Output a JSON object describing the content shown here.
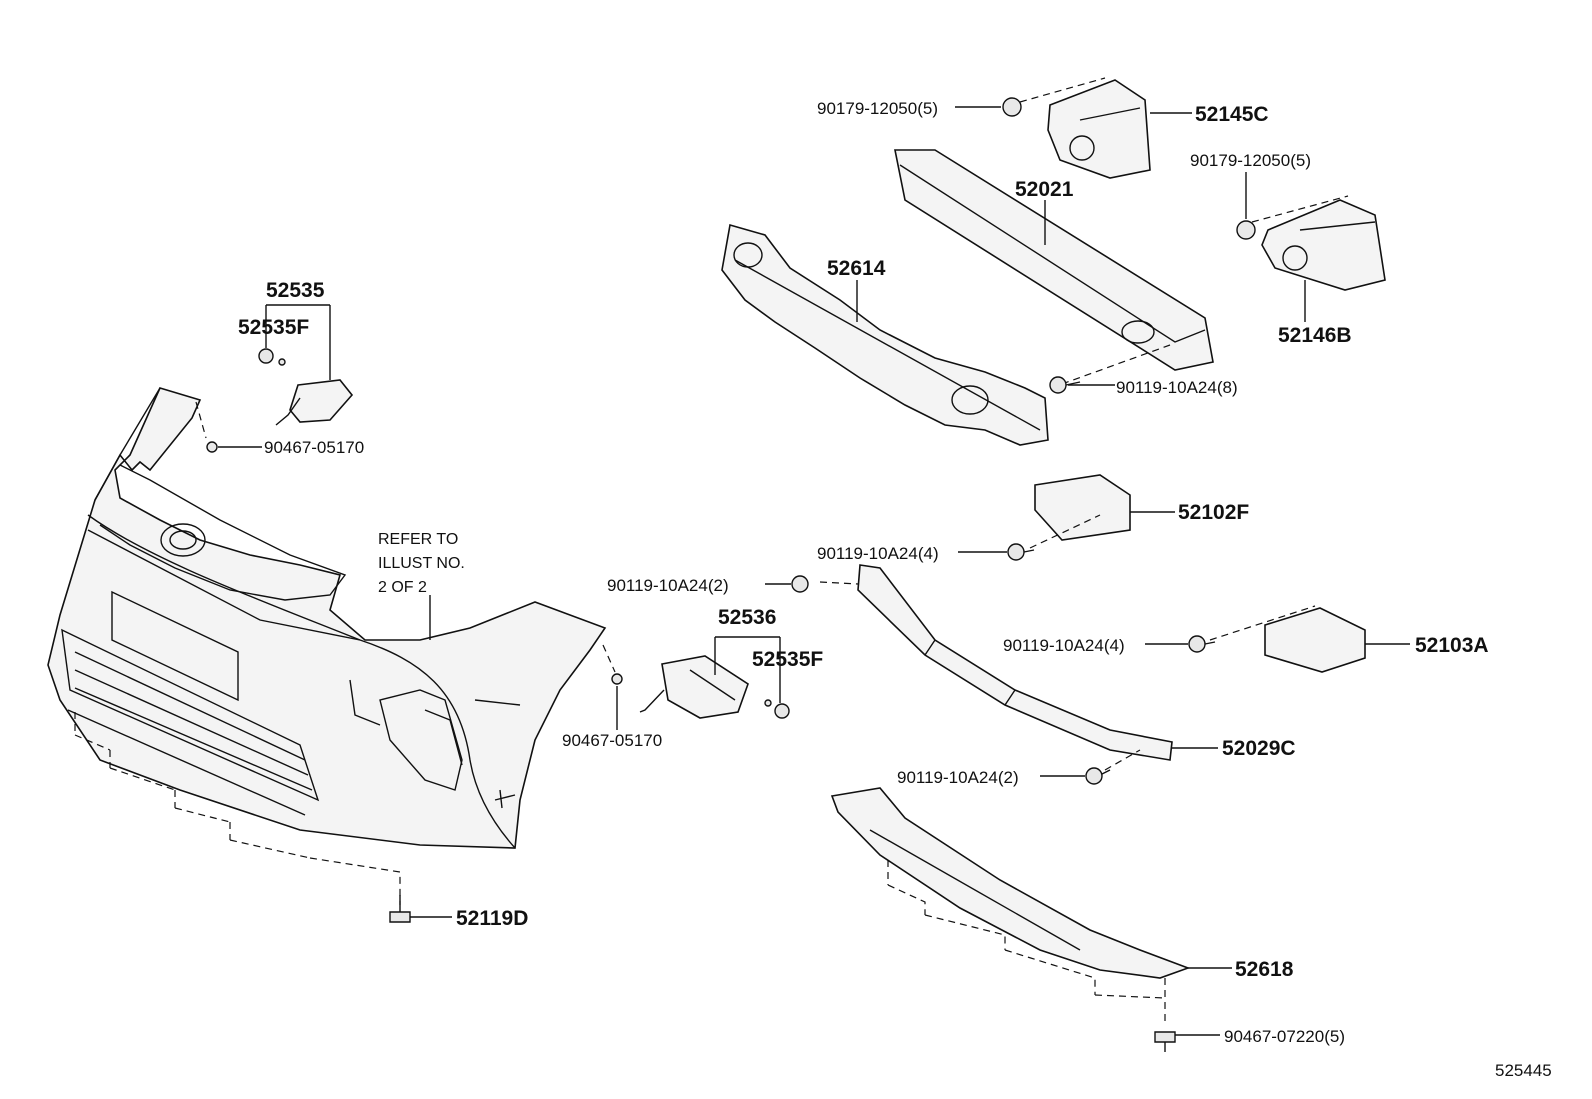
{
  "callouts": {
    "p52535": "52535",
    "p52535F_top": "52535F",
    "p90467_05170_top": "90467-05170",
    "p90179_left": "90179-12050(5)",
    "p52145C": "52145C",
    "p90179_right": "90179-12050(5)",
    "p52021": "52021",
    "p52614": "52614",
    "p52146B": "52146B",
    "p90119_8": "90119-10A24(8)",
    "p52102F": "52102F",
    "p90119_4_upper": "90119-10A24(4)",
    "p90119_2_upper": "90119-10A24(2)",
    "p52536": "52536",
    "p52535F_mid": "52535F",
    "p90119_4_lower": "90119-10A24(4)",
    "p52103A": "52103A",
    "p90467_05170_mid": "90467-05170",
    "p52029C": "52029C",
    "p90119_2_lower": "90119-10A24(2)",
    "p52119D": "52119D",
    "p52618": "52618",
    "p90467_07220": "90467-07220(5)"
  },
  "note": {
    "line1": "REFER TO",
    "line2": "ILLUST NO.",
    "line3": "2 OF 2"
  },
  "illustration_id": "525445"
}
